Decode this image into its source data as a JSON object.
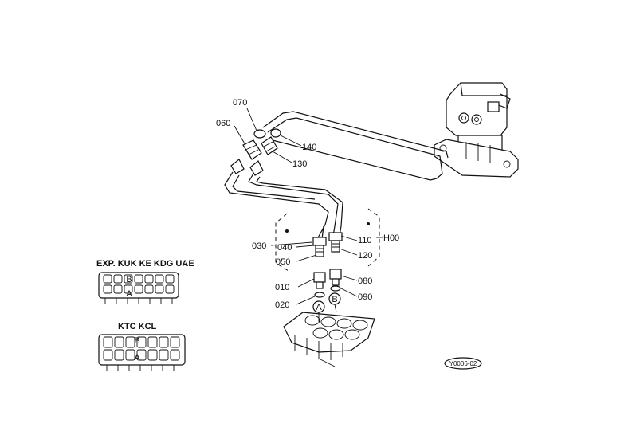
{
  "parts": {
    "p070": "070",
    "p060": "060",
    "p140": "140",
    "p130": "130",
    "p030": "030",
    "p040": "040",
    "p050": "050",
    "p110": "110",
    "pH00": "H00",
    "p120": "120",
    "p010": "010",
    "p080": "080",
    "p020": "020",
    "p090": "090"
  },
  "markers": {
    "a": "A",
    "b": "B"
  },
  "insets": {
    "top_heading": "EXP. KUK KE KDG UAE",
    "bottom_heading": "KTC KCL"
  },
  "drawing_code": "Y0006-02"
}
